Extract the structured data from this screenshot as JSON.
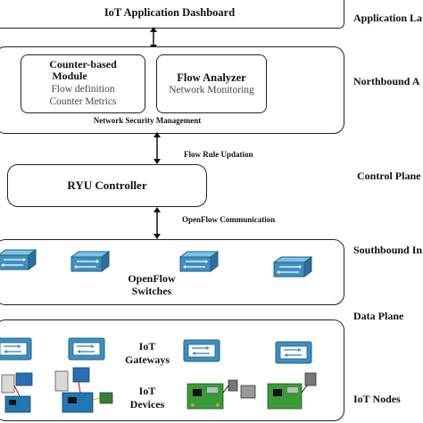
{
  "layers": {
    "application": "Application La",
    "northbound": "Northbound A",
    "control": "Control Plane",
    "southbound": "Southbound In",
    "data": "Data Plane",
    "iot_nodes": "IoT Nodes"
  },
  "app_box": {
    "title": "IoT Application Dashboard"
  },
  "northbound_box": {
    "module1": {
      "title_line1": "Counter-based",
      "title_line2": "Module",
      "item1": "Flow definition",
      "item2": "Counter Metrics"
    },
    "module2": {
      "title": "Flow Analyzer",
      "item1": "Network Monitoring"
    },
    "footer": "Network Security Management"
  },
  "arrows": {
    "flow_rule": "Flow Rule Updation",
    "openflow": "OpenFlow  Communication"
  },
  "controller": {
    "title": "RYU Controller"
  },
  "switches": {
    "label_line1": "OpenFlow",
    "label_line2": "Switches"
  },
  "gateways": {
    "label_line1": "IoT",
    "label_line2": "Gateways"
  },
  "devices": {
    "label_line1": "IoT",
    "label_line2": "Devices"
  },
  "colors": {
    "switch_fill": "#3f8fbf",
    "switch_top": "#7cc3e6",
    "border": "#222222"
  }
}
